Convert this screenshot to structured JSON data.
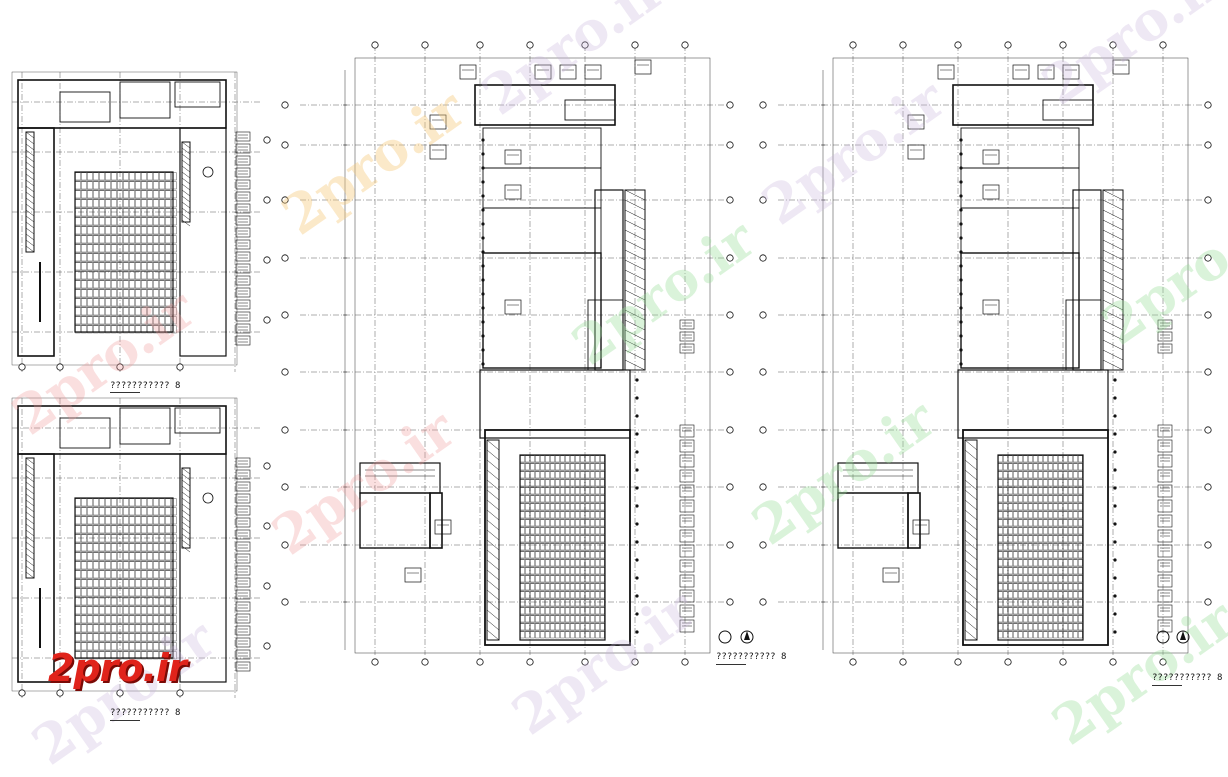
{
  "drawing": {
    "captions": [
      {
        "id": "upper-left",
        "text": "??????????? 8"
      },
      {
        "id": "lower-left",
        "text": "??????????? 8"
      },
      {
        "id": "middle",
        "text": "??????????? 8"
      },
      {
        "id": "right",
        "text": "??????????? 8"
      }
    ]
  },
  "watermark": {
    "logo_text": "2pro.ir",
    "overlay_text": "2pro.ir",
    "colors": {
      "red": "#e0231b",
      "pink": "#f09696",
      "green": "#96dc96",
      "orange": "#f5c878",
      "purple": "#c8b4dc"
    }
  },
  "colors": {
    "line": "#111111",
    "grid": "#333333",
    "background": "#ffffff"
  }
}
